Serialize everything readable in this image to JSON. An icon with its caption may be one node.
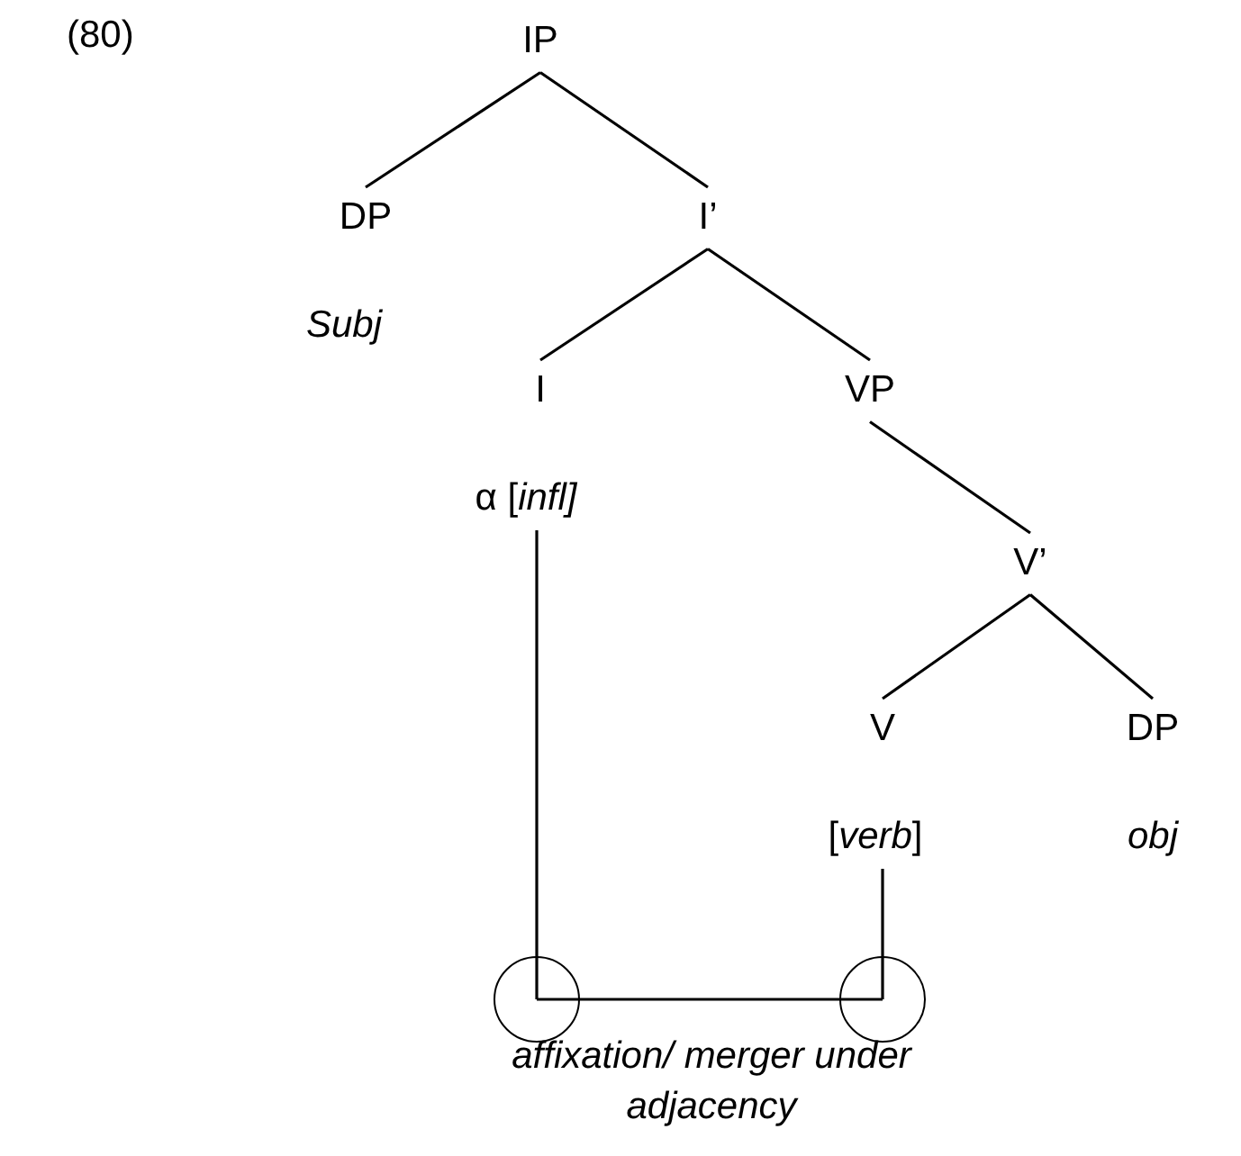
{
  "diagram": {
    "nodes": [
      {
        "text": [
          "IP"
        ]
      },
      {
        "text": [
          "DP"
        ],
        "beside": [
          "Subj"
        ]
      },
      {
        "text": [
          "I’"
        ]
      },
      {
        "text": [
          "I"
        ],
        "beside": [
          "α [*infl]*"
        ]
      },
      {
        "text": [
          "VP"
        ]
      },
      {
        "text": [
          "V’"
        ]
      },
      {
        "text": [
          "V"
        ],
        "beside": [
          "[*verb*]"
        ]
      },
      {
        "text": [
          "DP"
        ],
        "beside": [
          "obj"
        ]
      },
      {
        "text": [],
        "shape": "circle"
      },
      {
        "text": [],
        "shape": "circle"
      }
    ],
    "edges": [
      {
        "from": 0,
        "to": 1,
        "arrow": "none"
      },
      {
        "from": 0,
        "to": 2,
        "arrow": "none"
      },
      {
        "from": 2,
        "to": 3,
        "arrow": "none"
      },
      {
        "from": 2,
        "to": 4,
        "arrow": "none"
      },
      {
        "from": 4,
        "to": 5,
        "arrow": "none"
      },
      {
        "from": 5,
        "to": 6,
        "arrow": "none"
      },
      {
        "from": 5,
        "to": 7,
        "arrow": "none"
      },
      {
        "from": 3,
        "to": 8,
        "arrow": "none"
      },
      {
        "from": 8,
        "to": 9,
        "arrow": "none"
      },
      {
        "from": 6,
        "to": 9,
        "arrow": "none"
      }
    ],
    "labels": [
      "(80)",
      "affixation/ merger under adjacency"
    ]
  }
}
